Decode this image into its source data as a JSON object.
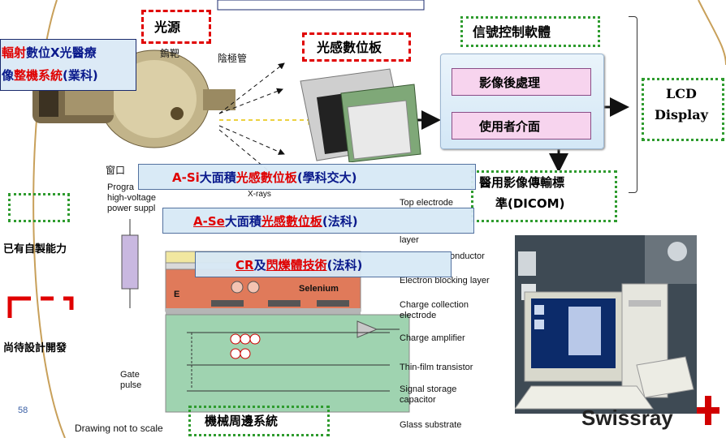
{
  "source_label": "光源",
  "fpd_label": "光感數位板",
  "software_label": "信號控制軟體",
  "image_processing": "影像後處理",
  "user_interface": "使用者介面",
  "lcd_display": [
    "LCD",
    "Display"
  ],
  "dicom": [
    "醫用影像傳輸標",
    "準(DICOM)"
  ],
  "mechanical": "機械周邊系統",
  "system_title": [
    {
      "text": "輻射",
      "color": "red"
    },
    {
      "text": "數位X光醫療",
      "color": "blue"
    },
    {
      "text": "像",
      "color": "blue"
    },
    {
      "text": "整機系統",
      "color": "red"
    },
    {
      "text": "(業科)",
      "color": "blue"
    }
  ],
  "tube_labels": {
    "target": "鎢靶",
    "cathode": "陰極管",
    "window": "窗口"
  },
  "legend": {
    "existing": "已有自製能力",
    "pending": "尚待設計開發"
  },
  "banners": {
    "asi": {
      "a": "A-Si",
      "b": "大面積",
      "c": "光感數位板",
      "d": "(學科交大)"
    },
    "ase": {
      "a": "A-Se",
      "b": "大面積",
      "c": "光感數位板",
      "d": "(法科)"
    },
    "cr": {
      "a": "CR",
      "b": "及",
      "c": "閃爍體技術",
      "d": "(法科)"
    }
  },
  "schematic": {
    "left_text": [
      "Progra",
      "high-voltage",
      "power suppl"
    ],
    "xrays": "X-rays",
    "selenium": "Selenium",
    "field": "E",
    "gate_pulse": [
      "Gate",
      "pulse"
    ],
    "right_labels": [
      "Top electrode",
      "layer",
      "onductor",
      "Electron blocking layer",
      "Charge collection electrode",
      "Charge amplifier",
      "Thin-film transistor",
      "Signal storage capacitor",
      "Glass substrate"
    ],
    "scale_note": "Drawing not to scale"
  },
  "page_number": "58",
  "brand": "Swissray"
}
